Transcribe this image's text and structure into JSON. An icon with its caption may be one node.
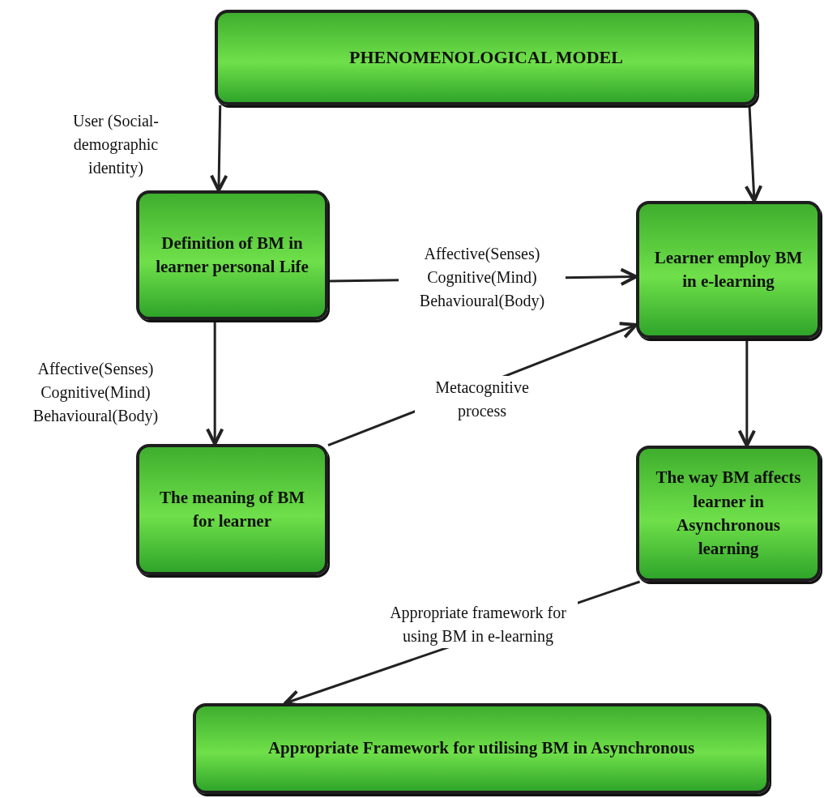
{
  "diagram": {
    "nodes": [
      {
        "text": [
          "PHENOMENOLOGICAL MODEL"
        ]
      },
      {
        "text": [
          "Definition of BM in learner personal Life"
        ]
      },
      {
        "text": [
          "Learner employ BM in e-learning"
        ]
      },
      {
        "text": [
          "The meaning of BM for learner"
        ]
      },
      {
        "text": [
          "The way BM affects learner in Asynchronous learning"
        ]
      },
      {
        "text": [
          "Appropriate Framework for utilising BM in Asynchronous"
        ]
      }
    ],
    "edges": [
      {
        "from": 0,
        "to": 1,
        "arrow": "to",
        "label": "User (Social-demographic identity)"
      },
      {
        "from": 0,
        "to": 2,
        "arrow": "to"
      },
      {
        "from": 1,
        "to": 2,
        "arrow": "to",
        "label": "Affective(Senses) Cognitive(Mind) Behavioural(Body)"
      },
      {
        "from": 1,
        "to": 3,
        "arrow": "to",
        "label": "Affective(Senses) Cognitive(Mind) Behavioural(Body)"
      },
      {
        "from": 3,
        "to": 2,
        "arrow": "to",
        "label": "Metacognitive process"
      },
      {
        "from": 2,
        "to": 4,
        "arrow": "to"
      },
      {
        "from": 4,
        "to": 5,
        "arrow": "to",
        "label": "Appropriate framework for using BM in e-learning"
      }
    ]
  }
}
